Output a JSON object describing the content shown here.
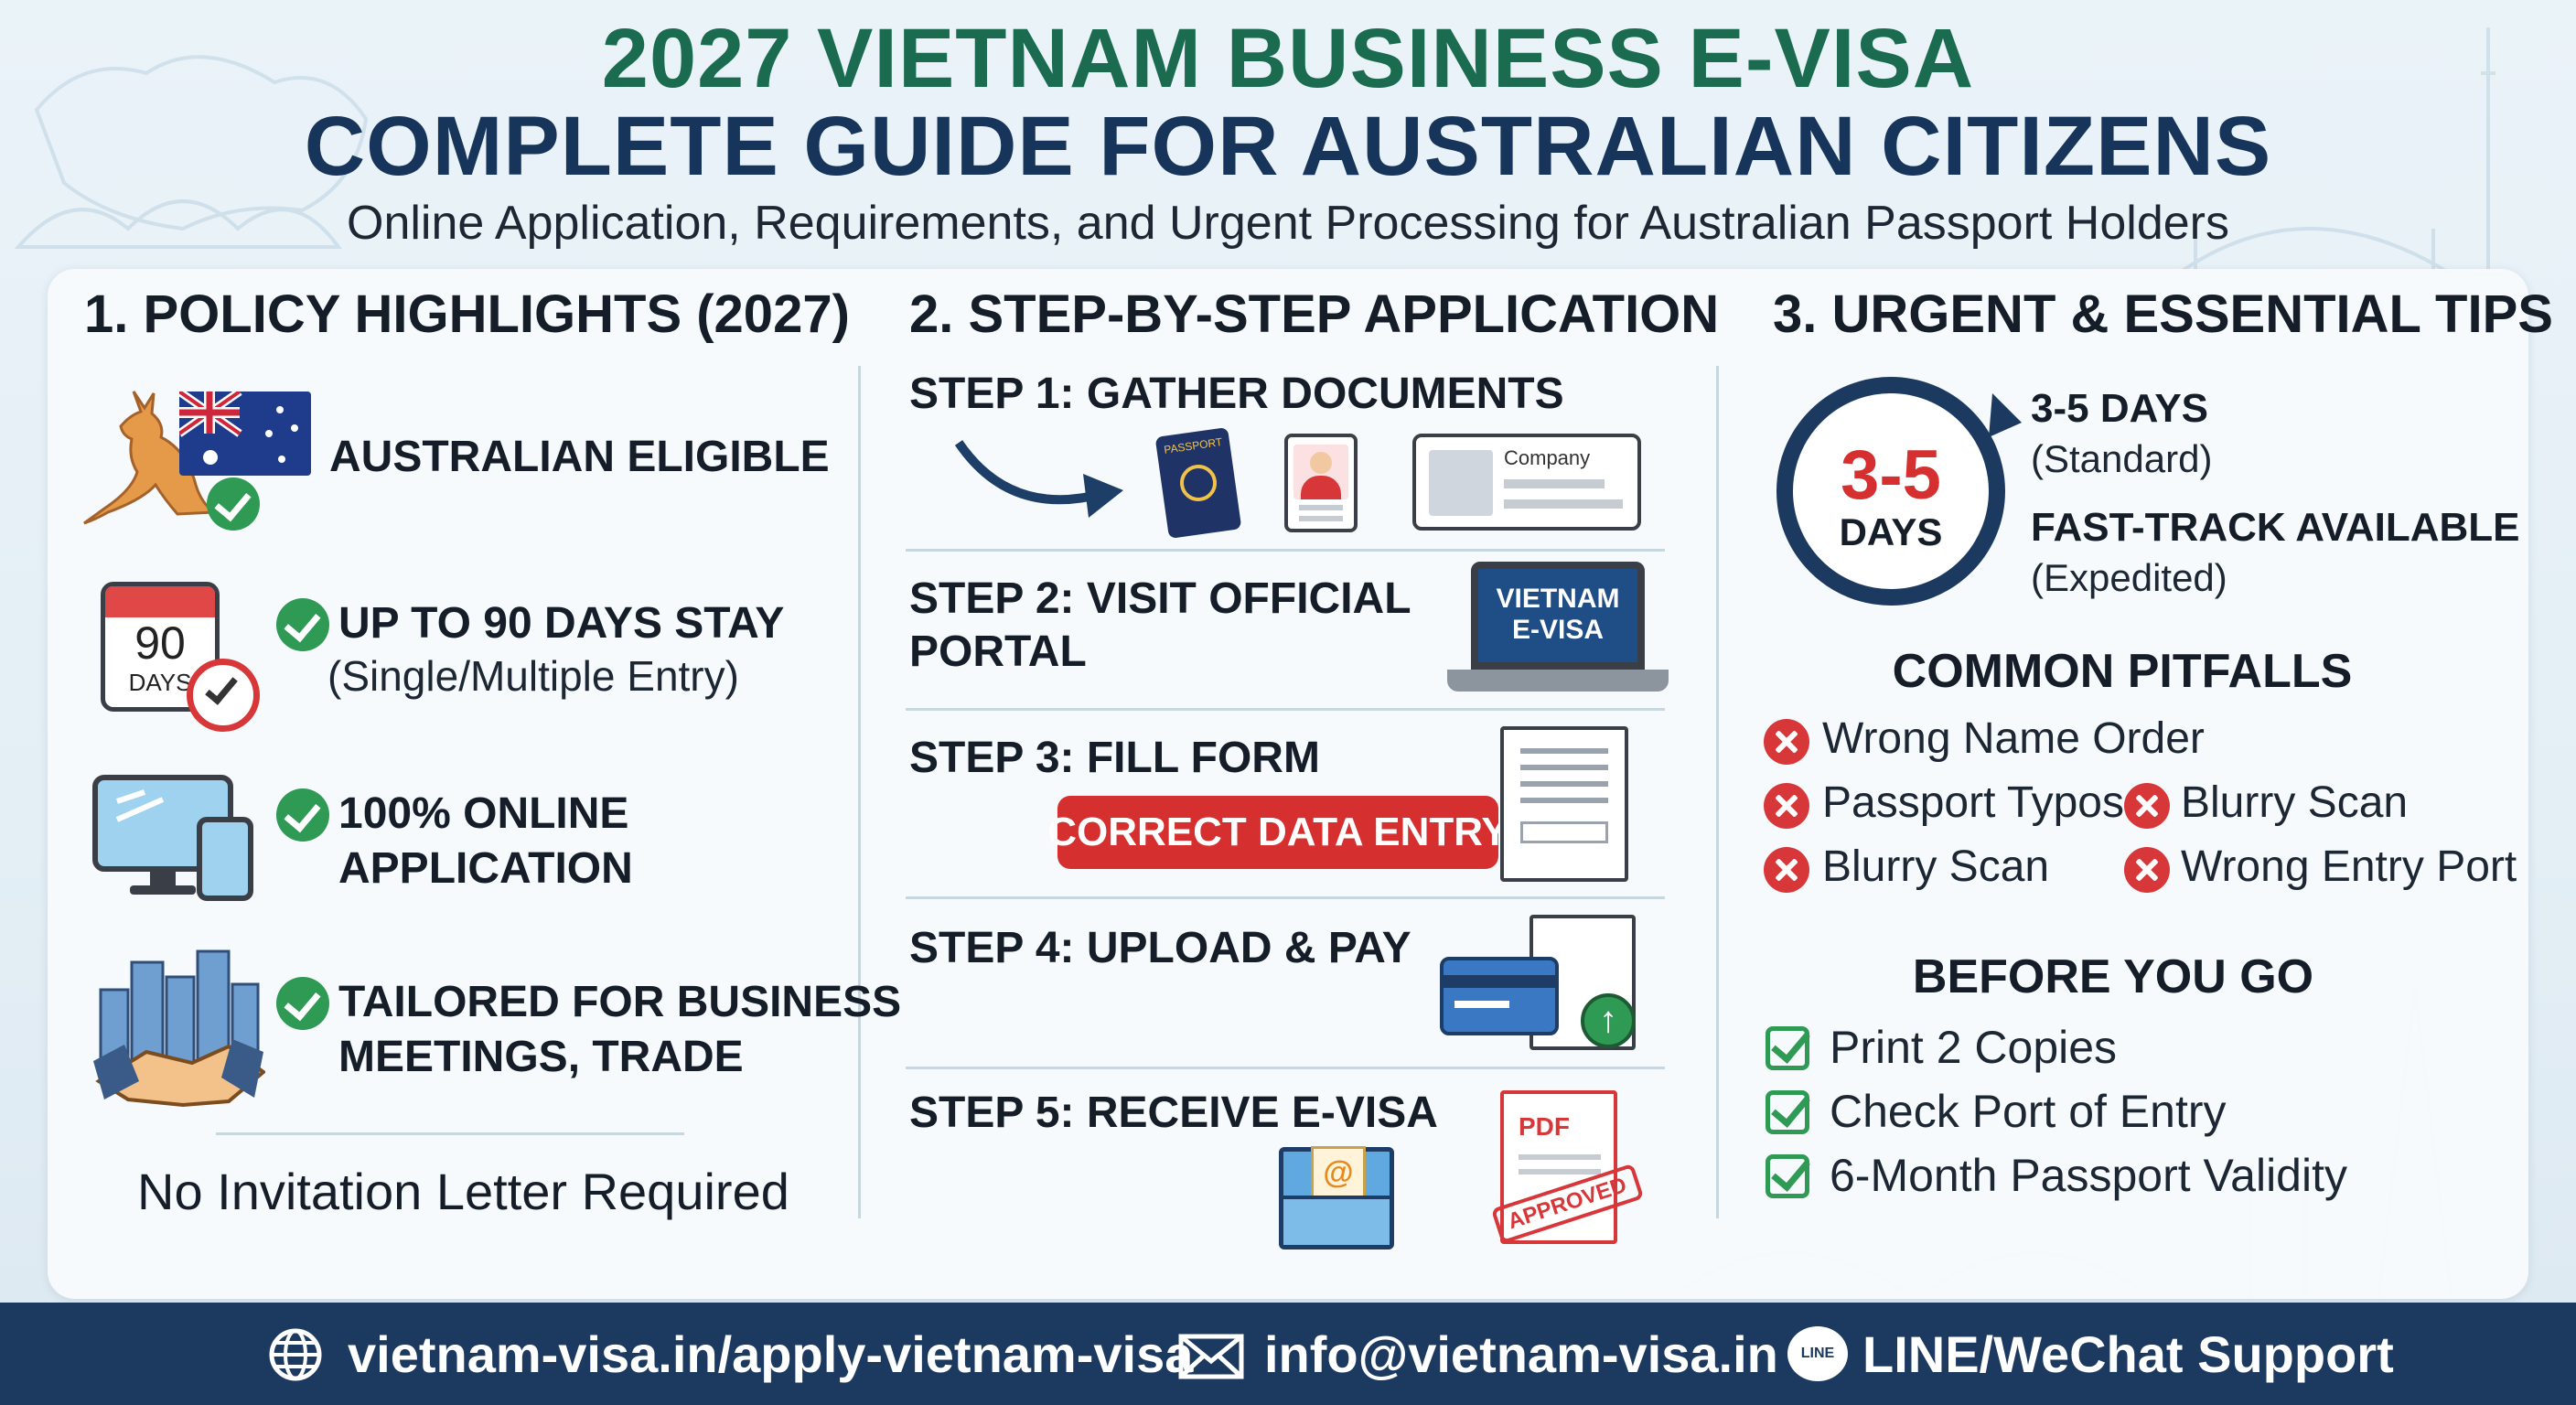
{
  "header": {
    "title_line1": "2027 VIETNAM BUSINESS E-VISA",
    "title_line2": "COMPLETE GUIDE FOR AUSTRALIAN CITIZENS",
    "subtitle": "Online Application, Requirements, and Urgent Processing for Australian Passport Holders"
  },
  "policy": {
    "heading": "1. POLICY HIGHLIGHTS (2027)",
    "eligible": "AUSTRALIAN ELIGIBLE",
    "calendar_number": "90",
    "calendar_unit": "DAYS",
    "stay_label": "UP TO 90 DAYS STAY",
    "stay_sub": "(Single/Multiple Entry)",
    "online_line1": "100% ONLINE",
    "online_line2": "APPLICATION",
    "business_line1": "TAILORED FOR BUSINESS",
    "business_line2": "MEETINGS, TRADE",
    "no_invitation": "No Invitation Letter Required"
  },
  "steps": {
    "heading": "2. STEP-BY-STEP APPLICATION",
    "step1": "STEP 1: GATHER DOCUMENTS",
    "step2_line1": "STEP 2: VISIT OFFICIAL",
    "step2_line2": "PORTAL",
    "step3": "STEP 3: FILL FORM",
    "step4": "STEP 4: UPLOAD & PAY",
    "step5": "STEP 5: RECEIVE E-VISA",
    "correct_data": "CORRECT DATA ENTRY",
    "passport_text": "PASSPORT",
    "company_text": "Company",
    "laptop_line1": "VIETNAM",
    "laptop_line2": "E-VISA",
    "pdf_text": "PDF",
    "approved_text": "APPROVED"
  },
  "tips": {
    "heading": "3. URGENT & ESSENTIAL TIPS",
    "clock_number": "3-5",
    "clock_unit": "DAYS",
    "standard_head": "3-5 DAYS",
    "standard_sub": "(Standard)",
    "fast_head": "FAST-TRACK AVAILABLE",
    "fast_sub": "(Expedited)",
    "pitfalls_heading": "COMMON PITFALLS",
    "pitfalls": [
      "Wrong Name Order",
      "Passport Typos",
      "Blurry Scan",
      "Blurry Scan",
      "Wrong Entry Port"
    ],
    "before_heading": "BEFORE YOU GO",
    "before_items": [
      "Print 2 Copies",
      "Check Port of Entry",
      "6-Month Passport Validity"
    ]
  },
  "footer": {
    "website": "vietnam-visa.in/apply-vietnam-visa",
    "email": "info@vietnam-visa.in",
    "line_icon_text": "LINE",
    "support": "LINE/WeChat Support"
  },
  "colors": {
    "title_green": "#1a6b4f",
    "title_navy": "#17355a",
    "accent_red": "#d52f2f",
    "check_green": "#2e9a54",
    "footer_bg": "#1c3a60"
  }
}
